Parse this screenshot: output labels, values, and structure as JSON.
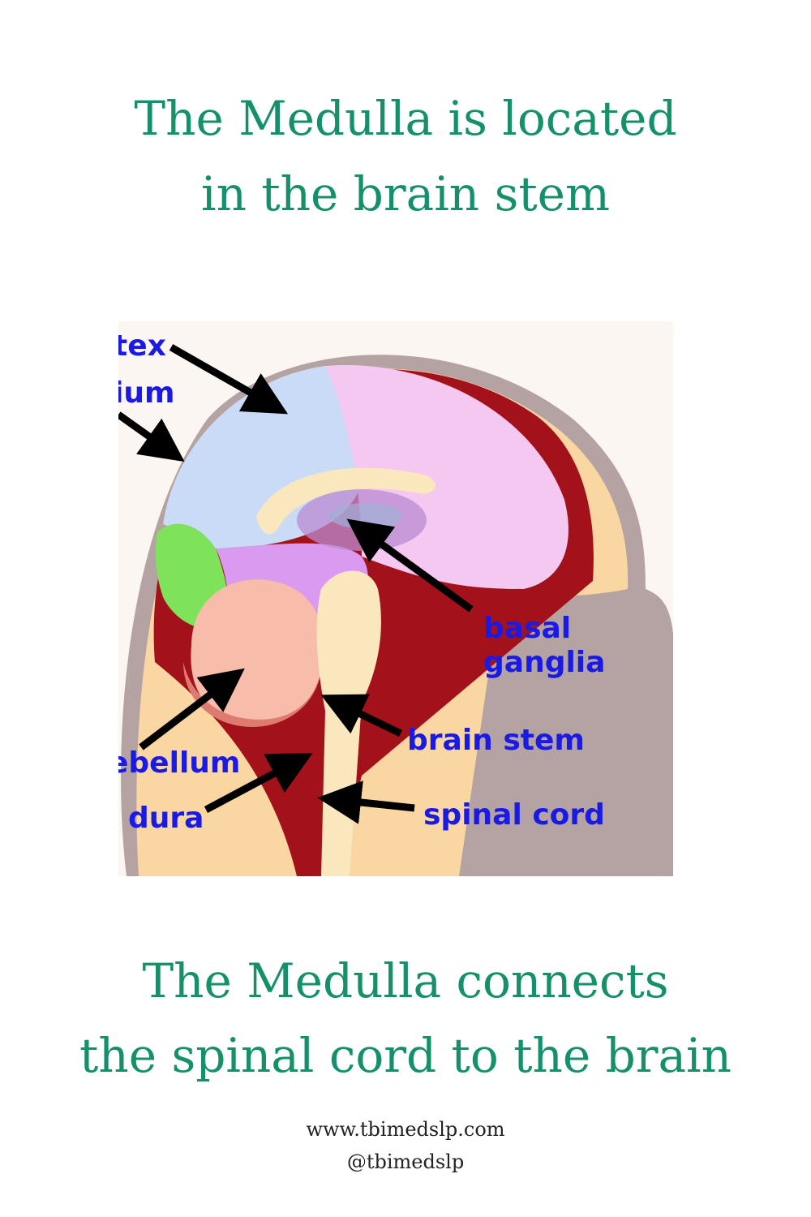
{
  "header": {
    "line1": "The Medulla is located",
    "line2": "in the brain stem"
  },
  "diagram": {
    "labels": {
      "cortex": "tex",
      "cranium": "ium",
      "basal_line1": "basal",
      "basal_line2": "ganglia",
      "brain_stem": "brain stem",
      "cerebellum": "ebellum",
      "dura": "dura",
      "spinal_cord": "spinal cord"
    },
    "colors": {
      "label": "#1a1ae6",
      "frontal_lobe": "#f4c8f0",
      "parietal_lobe": "#c9dbf6",
      "occipital_lobe": "#7ee35a",
      "cerebellum": "#f8bcaa",
      "brain_stem": "#fbe7bd",
      "dura": "#a3121a",
      "skull": "#f9d6a2",
      "scalp": "#b5a2a2"
    }
  },
  "footer": {
    "line1": "The Medulla connects",
    "line2": "the spinal cord to the brain",
    "website": "www.tbimedslp.com",
    "handle": "@tbimedslp"
  }
}
